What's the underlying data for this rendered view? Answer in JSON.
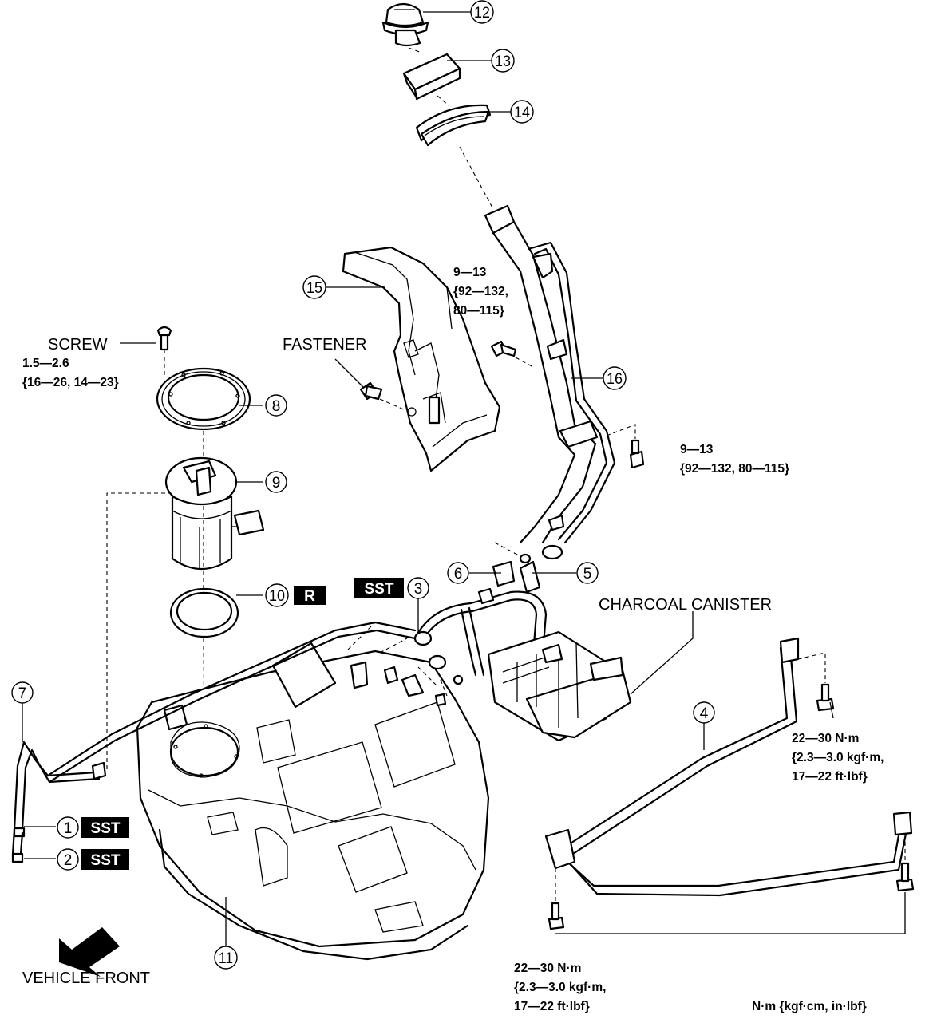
{
  "callouts": {
    "c1": "1",
    "c2": "2",
    "c3": "3",
    "c4": "4",
    "c5": "5",
    "c6": "6",
    "c7": "7",
    "c8": "8",
    "c9": "9",
    "c10": "10",
    "c11": "11",
    "c12": "12",
    "c13": "13",
    "c14": "14",
    "c15": "15",
    "c16": "16"
  },
  "badges": {
    "sst": "SST",
    "r": "R"
  },
  "labels": {
    "screw": "SCREW",
    "fastener": "FASTENER",
    "charcoal_canister": "CHARCOAL CANISTER",
    "vehicle_front": "VEHICLE FRONT"
  },
  "torques": {
    "screw_line1": "1.5—2.6",
    "screw_line2": "{16—26, 14—23}",
    "filler_upper_line1": "9—13",
    "filler_upper_line2": "{92—132,",
    "filler_upper_line3": "80—115}",
    "filler_lower_line1": "9—13",
    "filler_lower_line2": "{92—132, 80—115}",
    "strap_right_line1": "22—30 N·m",
    "strap_right_line2": "{2.3—3.0 kgf·m,",
    "strap_right_line3": "17—22 ft·lbf}",
    "strap_bottom_line1": "22—30 N·m",
    "strap_bottom_line2": "{2.3—3.0 kgf·m,",
    "strap_bottom_line3": "17—22 ft·lbf}",
    "units_legend": "N·m {kgf·cm, in·lbf}"
  },
  "icons": {
    "front_arrow": "arrow-down-left-icon"
  }
}
